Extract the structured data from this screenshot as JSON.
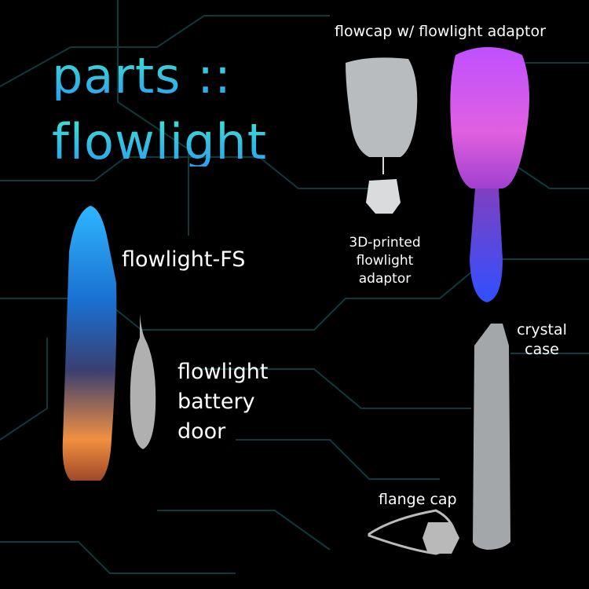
{
  "title": {
    "line1": "parts ::",
    "line2": "flowlight"
  },
  "labels": {
    "flowcap": "flowcap w/ flowlight adaptor",
    "adaptor": [
      "3D-printed",
      "flowlight",
      "adaptor"
    ],
    "flowlight_fs": "flowlight-FS",
    "battery_door": [
      "flowlight",
      "battery",
      "door"
    ],
    "crystal_case": [
      "crystal",
      "case"
    ],
    "flange_cap": "flange cap"
  },
  "colors": {
    "title_top": "#3fe0d0",
    "title_bottom": "#2aa0f0",
    "grid": "#0f3a3c"
  }
}
